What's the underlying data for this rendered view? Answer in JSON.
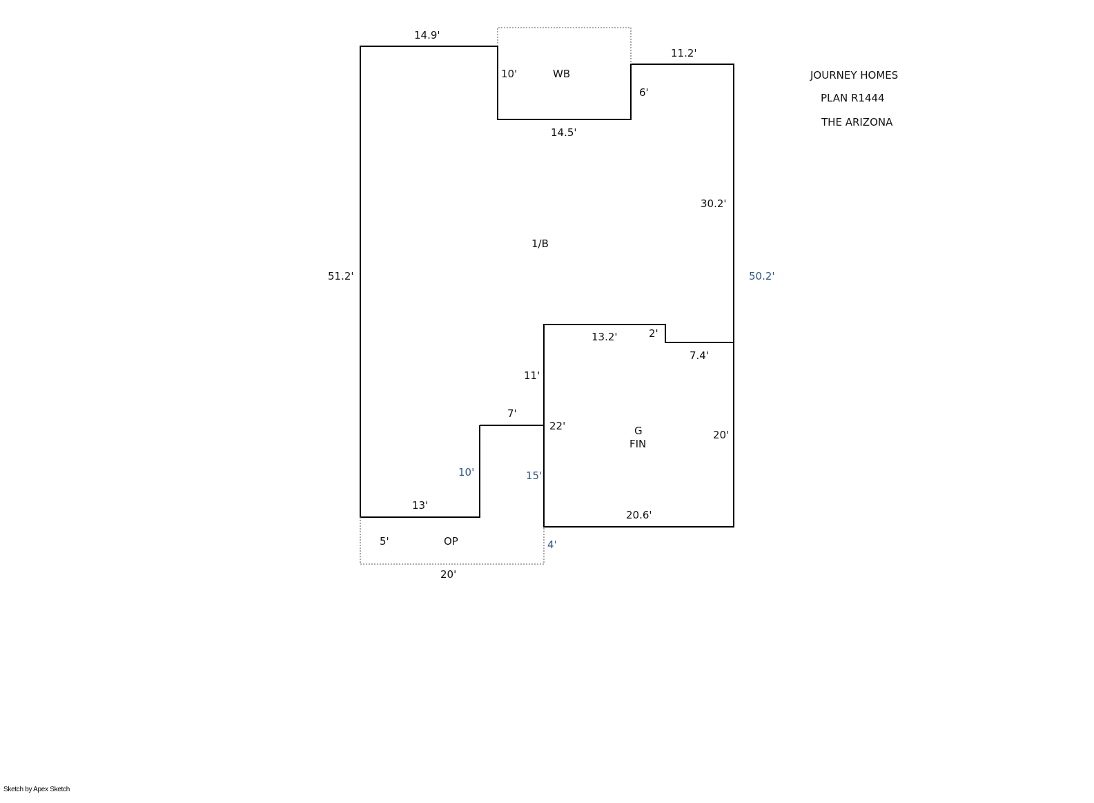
{
  "title": {
    "line1": "JOURNEY HOMES",
    "line2": "PLAN R1444",
    "line3": "THE ARIZONA"
  },
  "areas": {
    "wb": "WB",
    "main": "1/B",
    "garage_line1": "G",
    "garage_line2": "FIN",
    "porch": "OP"
  },
  "dimensions": {
    "top_left": "14.9'",
    "wb_side": "10'",
    "wb_bottom": "14.5'",
    "wb_right": "6'",
    "top_right": "11.2'",
    "right_upper": "30.2'",
    "right_total": "50.2'",
    "left_total": "51.2'",
    "garage_top": "13.2'",
    "garage_step": "2'",
    "garage_step_run": "7.4'",
    "garage_left_upper": "11'",
    "notch_top": "7'",
    "garage_left": "22'",
    "garage_right": "20'",
    "notch_side": "10'",
    "porch_right_upper": "15'",
    "bottom_left": "13'",
    "garage_bottom": "20.6'",
    "porch_side": "5'",
    "porch_right": "4'",
    "porch_bottom": "20'"
  },
  "footer": "Sketch by Apex Sketch",
  "colors": {
    "wall": "#000000",
    "dimension_blue": "#2a5590",
    "dotted": "#777777"
  }
}
